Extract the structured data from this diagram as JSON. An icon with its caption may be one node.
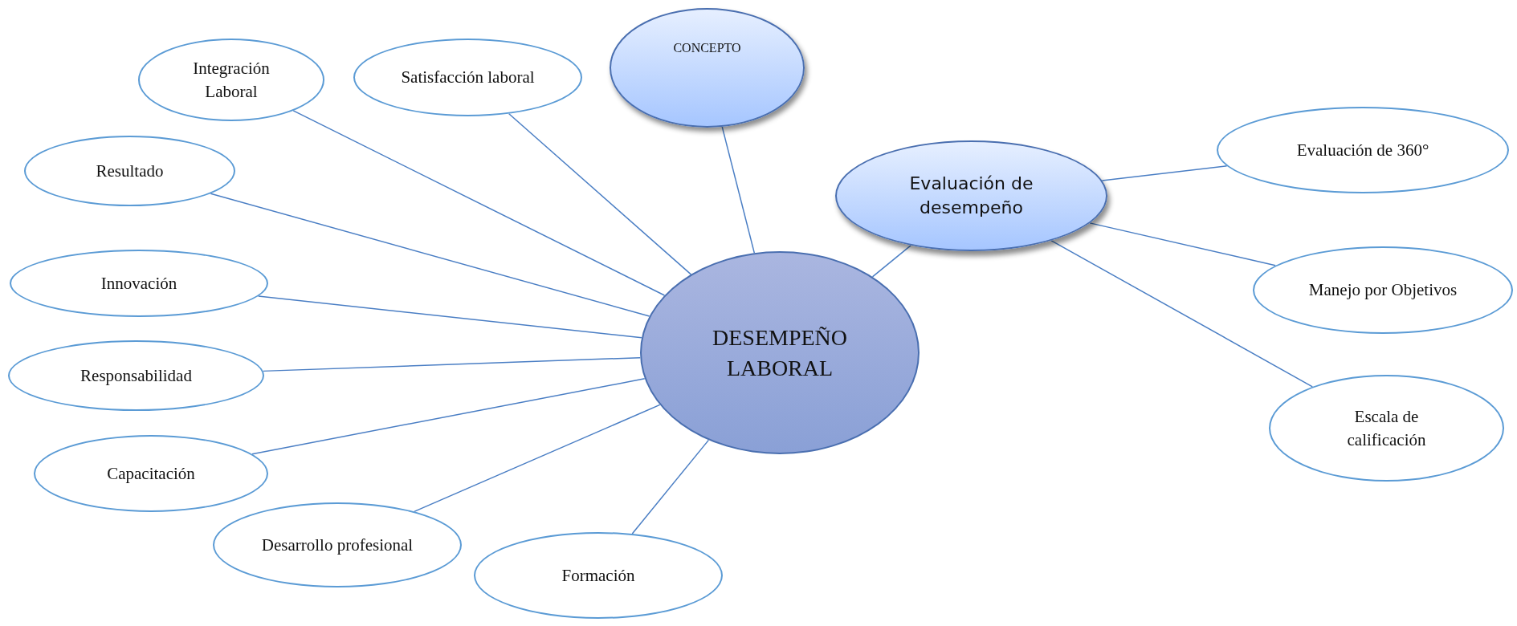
{
  "diagram": {
    "nodes": [
      {
        "text": [
          "DESEMPEÑO LABORAL"
        ]
      },
      {
        "text": [
          "CONCEPTO"
        ]
      },
      {
        "text": [
          "Integración Laboral"
        ]
      },
      {
        "text": [
          "Satisfacción laboral"
        ]
      },
      {
        "text": [
          "Resultado"
        ]
      },
      {
        "text": [
          "Innovación"
        ]
      },
      {
        "text": [
          "Responsabilidad"
        ]
      },
      {
        "text": [
          "Capacitación"
        ]
      },
      {
        "text": [
          "Desarrollo profesional"
        ]
      },
      {
        "text": [
          "Formación"
        ]
      },
      {
        "text": [
          "Evaluación de desempeño"
        ]
      },
      {
        "text": [
          "Evaluación de 360°"
        ]
      },
      {
        "text": [
          "Manejo por Objetivos"
        ]
      },
      {
        "text": [
          "Escala de calificación"
        ]
      }
    ],
    "edges": [
      {
        "from": 0,
        "to": 1,
        "arrow": "none"
      },
      {
        "from": 0,
        "to": 2,
        "arrow": "none"
      },
      {
        "from": 0,
        "to": 3,
        "arrow": "none"
      },
      {
        "from": 0,
        "to": 4,
        "arrow": "none"
      },
      {
        "from": 0,
        "to": 5,
        "arrow": "none"
      },
      {
        "from": 0,
        "to": 6,
        "arrow": "none"
      },
      {
        "from": 0,
        "to": 7,
        "arrow": "none"
      },
      {
        "from": 0,
        "to": 8,
        "arrow": "none"
      },
      {
        "from": 0,
        "to": 9,
        "arrow": "none"
      },
      {
        "from": 0,
        "to": 10,
        "arrow": "none"
      },
      {
        "from": 10,
        "to": 11,
        "arrow": "none"
      },
      {
        "from": 10,
        "to": 12,
        "arrow": "none"
      },
      {
        "from": 10,
        "to": 13,
        "arrow": "none"
      }
    ]
  }
}
